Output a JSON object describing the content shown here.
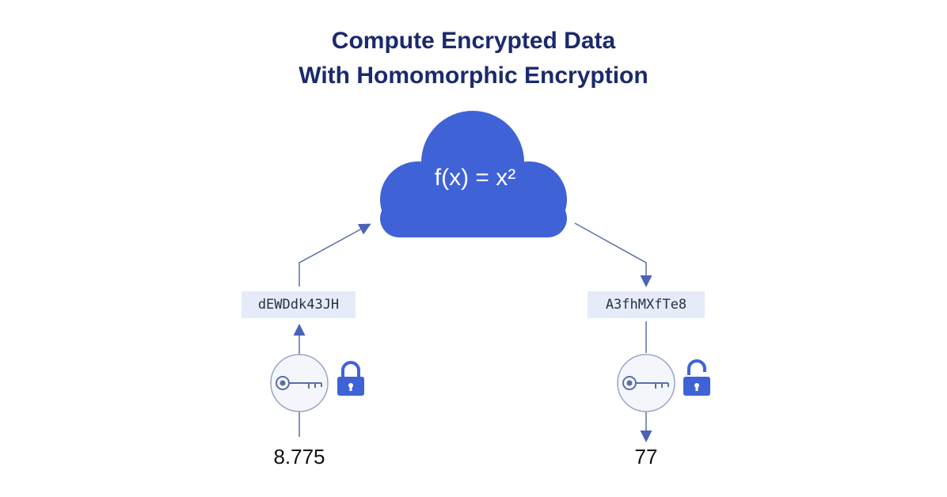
{
  "title": {
    "line1": "Compute Encrypted Data",
    "line2": "With Homomorphic Encryption"
  },
  "cloud": {
    "formula": "f(x) = x²",
    "color": "#3f63d6"
  },
  "left_branch": {
    "ciphertext": "dEWDdk43JH",
    "plaintext": "8.775",
    "lock_state": "locked",
    "icons": [
      "key-icon",
      "lock-closed-icon"
    ]
  },
  "right_branch": {
    "ciphertext": "A3fhMXfTe8",
    "plaintext": "77",
    "lock_state": "unlocked",
    "icons": [
      "key-icon",
      "lock-open-icon"
    ]
  },
  "colors": {
    "title": "#1b2a6b",
    "accent": "#3f63d6",
    "cipher_bg": "#e5ebf8",
    "line": "#5a6fa8"
  }
}
